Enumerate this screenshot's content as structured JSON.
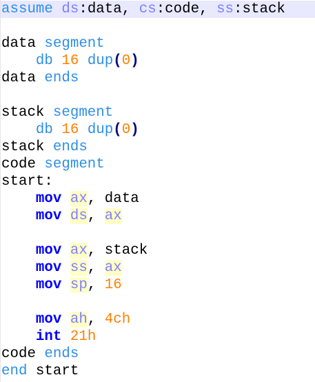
{
  "editor": {
    "lines": [
      [
        [
          "dir",
          "assume"
        ],
        [
          "id",
          " "
        ],
        [
          "regn",
          "ds"
        ],
        [
          "id",
          ":data, "
        ],
        [
          "regn",
          "cs"
        ],
        [
          "id",
          ":code, "
        ],
        [
          "regn",
          "ss"
        ],
        [
          "id",
          ":stack"
        ]
      ],
      [],
      [
        [
          "id",
          "data "
        ],
        [
          "dir",
          "segment"
        ]
      ],
      [
        [
          "id",
          "    "
        ],
        [
          "dir",
          "db"
        ],
        [
          "id",
          " "
        ],
        [
          "num",
          "16"
        ],
        [
          "id",
          " "
        ],
        [
          "dir",
          "dup"
        ],
        [
          "op",
          "("
        ],
        [
          "num",
          "0"
        ],
        [
          "op",
          ")"
        ]
      ],
      [
        [
          "id",
          "data "
        ],
        [
          "dir",
          "ends"
        ]
      ],
      [],
      [
        [
          "id",
          "stack "
        ],
        [
          "dir",
          "segment"
        ]
      ],
      [
        [
          "id",
          "    "
        ],
        [
          "dir",
          "db"
        ],
        [
          "id",
          " "
        ],
        [
          "num",
          "16"
        ],
        [
          "id",
          " "
        ],
        [
          "dir",
          "dup"
        ],
        [
          "op",
          "("
        ],
        [
          "num",
          "0"
        ],
        [
          "op",
          ")"
        ]
      ],
      [
        [
          "id",
          "stack "
        ],
        [
          "dir",
          "ends"
        ]
      ],
      [
        [
          "id",
          "code "
        ],
        [
          "dir",
          "segment"
        ]
      ],
      [
        [
          "id",
          "start:"
        ]
      ],
      [
        [
          "id",
          "    "
        ],
        [
          "kw",
          "mov"
        ],
        [
          "id",
          " "
        ],
        [
          "reg",
          "ax"
        ],
        [
          "id",
          ", data"
        ]
      ],
      [
        [
          "id",
          "    "
        ],
        [
          "kw",
          "mov"
        ],
        [
          "id",
          " "
        ],
        [
          "reg",
          "ds"
        ],
        [
          "id",
          ", "
        ],
        [
          "reg",
          "ax"
        ]
      ],
      [],
      [
        [
          "id",
          "    "
        ],
        [
          "kw",
          "mov"
        ],
        [
          "id",
          " "
        ],
        [
          "reg",
          "ax"
        ],
        [
          "id",
          ", stack"
        ]
      ],
      [
        [
          "id",
          "    "
        ],
        [
          "kw",
          "mov"
        ],
        [
          "id",
          " "
        ],
        [
          "reg",
          "ss"
        ],
        [
          "id",
          ", "
        ],
        [
          "reg",
          "ax"
        ]
      ],
      [
        [
          "id",
          "    "
        ],
        [
          "kw",
          "mov"
        ],
        [
          "id",
          " "
        ],
        [
          "reg",
          "sp"
        ],
        [
          "id",
          ", "
        ],
        [
          "num",
          "16"
        ]
      ],
      [],
      [
        [
          "id",
          "    "
        ],
        [
          "kw",
          "mov"
        ],
        [
          "id",
          " "
        ],
        [
          "reg",
          "ah"
        ],
        [
          "id",
          ", "
        ],
        [
          "num",
          "4ch"
        ]
      ],
      [
        [
          "id",
          "    "
        ],
        [
          "kw",
          "int"
        ],
        [
          "id",
          " "
        ],
        [
          "num",
          "21h"
        ]
      ],
      [
        [
          "id",
          "code "
        ],
        [
          "dir",
          "ends"
        ]
      ],
      [
        [
          "dir",
          "end"
        ],
        [
          "id",
          " start"
        ]
      ]
    ],
    "current_line": 0,
    "colors": {
      "instruction": "#0000ff",
      "directive": "#2e8fe8",
      "number": "#ff8000",
      "register": "#8080ff",
      "register_highlight": "#ffffc6",
      "current_line_bg": "#e8e8ff"
    }
  }
}
